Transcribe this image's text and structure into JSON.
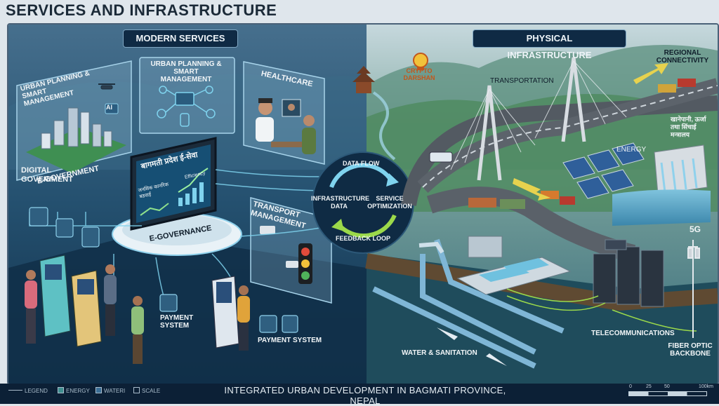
{
  "title": "SERVICES AND INFRASTRUCTURE",
  "left_panel": {
    "header": "MODERN SERVICES",
    "urban_left": "URBAN PLANNING & SMART MANAGEMENT",
    "ai_badge": "AI",
    "digital_gov": "DIGITAL GOVERIMENT",
    "e_gov_small": "E-GOVERNMENT",
    "urban_center": "URBAN PLANNING & SMART MANAGEMENT",
    "healthcare": "HEALTHCARE",
    "screen_title": "बागमती प्रदेश ई-सेवा",
    "screen_sub": "जनसिक कानरिक बडवाई",
    "screen_efficiency": "Efficiency",
    "e_governance": "E-GOVERNANCE",
    "transport": "TRANSPORT MANAGEMENT",
    "payment_left": "PAYMENT SYSTEM",
    "payment_right": "PAYMENT SYSTEM"
  },
  "center_cycle": {
    "data_flow": "DATA FLOW",
    "infra_data": "INFRASTRUCTURE DATA",
    "service_opt": "SERVICE OPTIMIZATION",
    "feedback": "FEEDBACK LOOP"
  },
  "right_panel": {
    "header": "PHYSICAL INFRASTRUCTURE",
    "logo": "CRYPTO DARSHAN",
    "transportation": "TRANSPORTATION",
    "regional": "REGIONAL CONNECTIVITY",
    "nepali_label": "खानेपानी, ऊर्जा तथा सिंचाई मन्त्रालय",
    "energy": "ENERGY",
    "fiveg": "5G",
    "telecom": "TELECOMMUNICATIONS",
    "water": "WATER & SANITATION",
    "fiber": "FIBER OPTIC BACKBONE"
  },
  "footer": {
    "legend": "LEGEND",
    "energy": "ENERGY",
    "water": "WATERI",
    "scale": "SCALE",
    "title": "INTEGRATED URBAN DEVELOPMENT IN BAGMATI PROVINCE, NEPAL",
    "scale_0": "0",
    "scale_25": "25",
    "scale_50": "50",
    "scale_100": "100km"
  },
  "colors": {
    "left_bg": "#1f4a6b",
    "right_bg": "#4f7f8f",
    "road": "#575e66",
    "accent_cyan": "#6fd2ea",
    "header_bg": "#0f2a44"
  }
}
